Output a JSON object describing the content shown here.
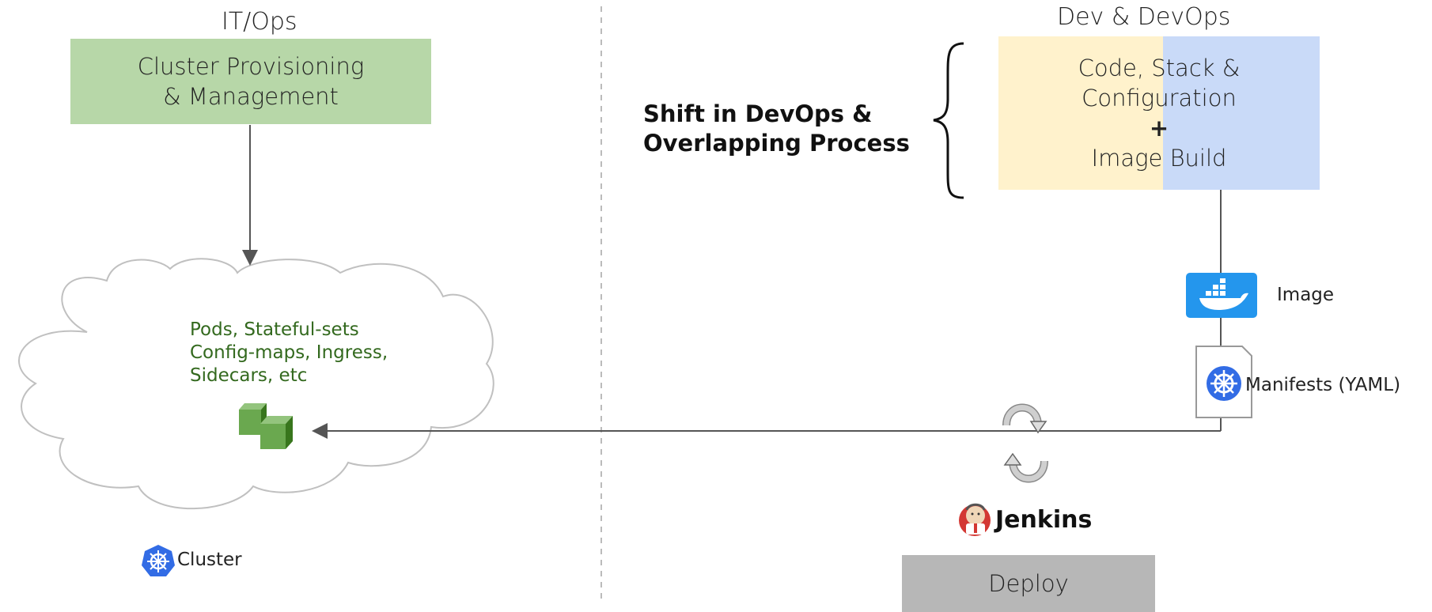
{
  "diagram": {
    "left_header": "IT/Ops",
    "right_header": "Dev & DevOps",
    "provisioning_box": {
      "line1": "Cluster Provisioning",
      "line2": "& Management",
      "color": "#b7d7a8"
    },
    "cloud_text": {
      "line1": "Pods, Stateful-sets",
      "line2": "Config-maps, Ingress,",
      "line3": "Sidecars, etc"
    },
    "cluster_label": "Cluster",
    "shift_label": {
      "line1": "Shift in DevOps &",
      "line2": "Overlapping Process"
    },
    "code_box": {
      "line1": "Code, Stack &",
      "line2": "Configuration",
      "plus": "+",
      "line3": "Image Build",
      "left_color": "#fff2cc",
      "right_color": "#c9daf8"
    },
    "image_label": "Image",
    "manifests_label": "Manifests (YAML)",
    "jenkins_label": "Jenkins",
    "deploy_box": {
      "label": "Deploy",
      "color": "#b7b7b7"
    },
    "colors": {
      "docker": "#2496ed",
      "kubernetes": "#326ce5",
      "cube": "#6aa84f",
      "jenkins_red": "#d33833"
    }
  }
}
